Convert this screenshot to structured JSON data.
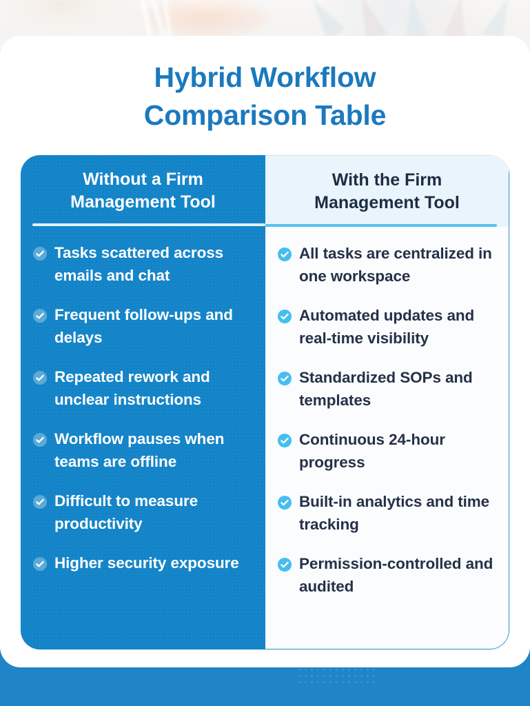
{
  "title": {
    "line1": "Hybrid Workflow",
    "line2": "Comparison Table"
  },
  "colors": {
    "title": "#1B79BE",
    "left_column_bg": "#1484C8",
    "right_column_bg": "#FBFCFD",
    "right_header_bg": "#E9F4FC",
    "right_check": "#45BEEF",
    "right_text": "#253148",
    "bottom_band": "#1F85C6"
  },
  "table": {
    "left_column": {
      "header": "Without a Firm Management Tool",
      "header_line1": "Without a Firm",
      "header_line2": "Management Tool",
      "items": [
        "Tasks scattered across emails and chat",
        "Frequent follow-ups and delays",
        "Repeated rework and unclear instructions",
        "Workflow pauses when teams are offline",
        "Difficult to measure productivity",
        "Higher security exposure"
      ]
    },
    "right_column": {
      "header": "With the Firm Management Tool",
      "header_line1": "With the Firm",
      "header_line2": "Management Tool",
      "items": [
        "All tasks are centralized in one workspace",
        "Automated updates and real-time visibility",
        "Standardized SOPs and templates",
        "Continuous 24-hour progress",
        "Built-in analytics and time tracking",
        "Permission-controlled and audited"
      ]
    }
  },
  "icons": {
    "check": "check-circle-icon"
  }
}
